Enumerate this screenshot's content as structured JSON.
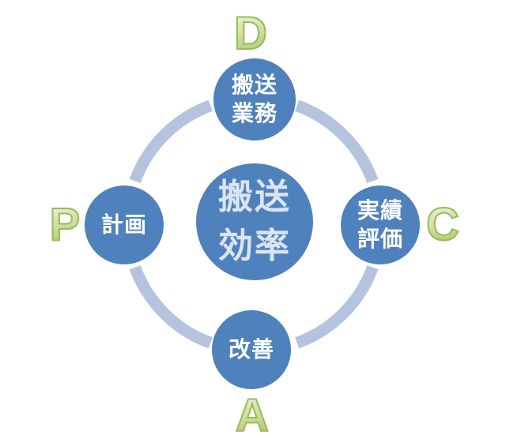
{
  "colors": {
    "circle_fill": "#4f81bd",
    "ring": "#b6c3df",
    "node_text": "#ffffff",
    "center_text": "#dbe5f1",
    "letter_fill_light": "#eff6df",
    "letter_fill_dark": "#a3c461",
    "letter_stroke": "#9bbb59"
  },
  "letters": {
    "plan": "P",
    "do": "D",
    "check": "C",
    "act": "A"
  },
  "center": {
    "lines": [
      "搬送",
      "効率"
    ]
  },
  "nodes": {
    "do": {
      "lines": [
        "搬送",
        "業務"
      ]
    },
    "check": {
      "lines": [
        "実績",
        "評価"
      ]
    },
    "act": {
      "lines": [
        "改善"
      ]
    },
    "plan": {
      "lines": [
        "計画"
      ]
    }
  }
}
